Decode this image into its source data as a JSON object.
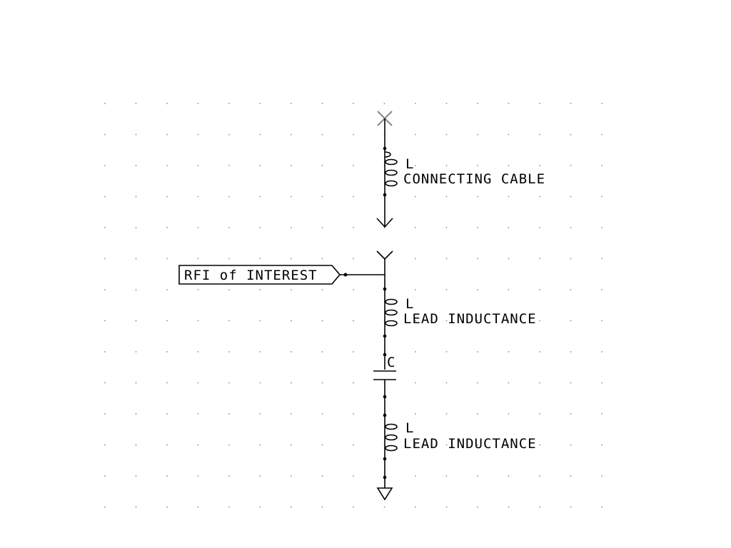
{
  "schematic": {
    "port_label": "RFI of INTEREST",
    "cable_inductor": {
      "ref": "L",
      "value": "CONNECTING CABLE"
    },
    "lead_inductor_top": {
      "ref": "L",
      "value": "LEAD INDUCTANCE"
    },
    "capacitor": {
      "ref": "C"
    },
    "lead_inductor_bottom": {
      "ref": "L",
      "value": "LEAD INDUCTANCE"
    }
  },
  "colors": {
    "ink": "#000000",
    "grid": "#888888",
    "background": "#ffffff"
  }
}
